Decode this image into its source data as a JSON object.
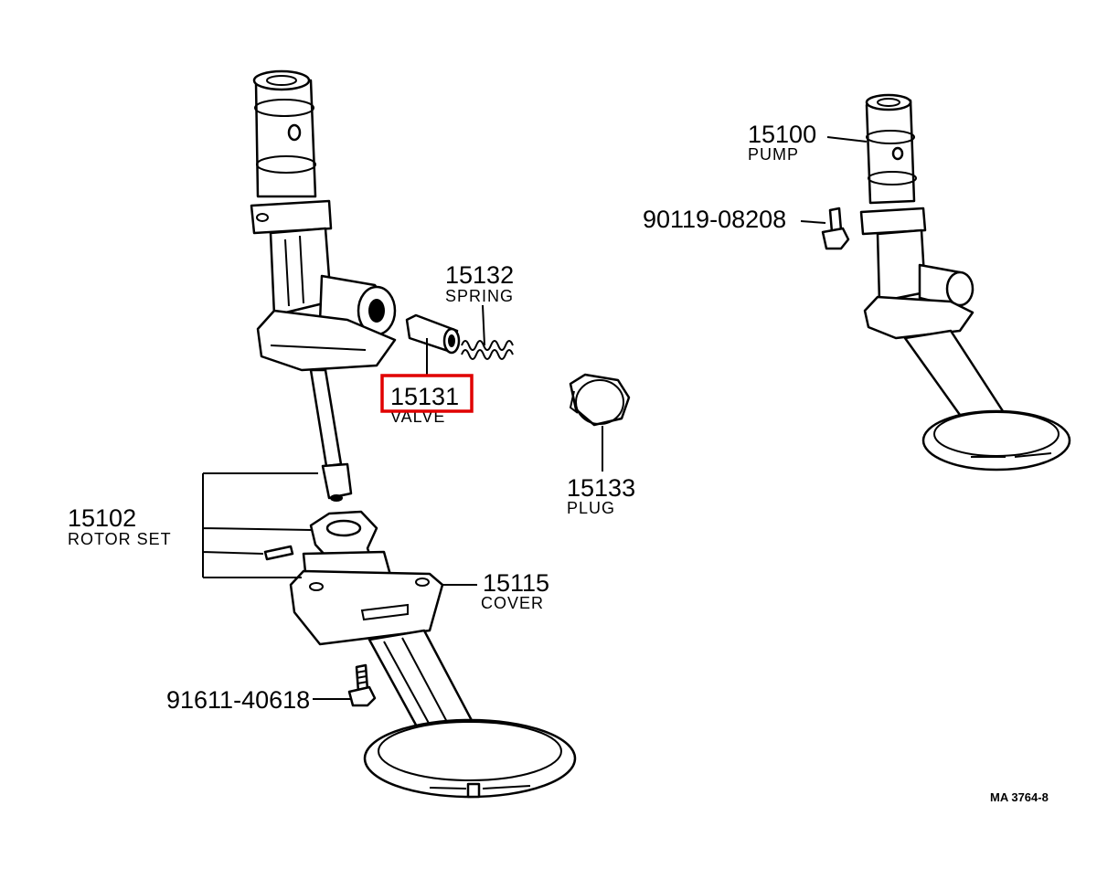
{
  "parts": {
    "pump": {
      "number": "15100",
      "name": "PUMP"
    },
    "bolt_upper": {
      "number": "90119-08208"
    },
    "spring": {
      "number": "15132",
      "name": "SPRING"
    },
    "valve": {
      "number": "15131",
      "name": "VALVE",
      "highlighted": true
    },
    "plug": {
      "number": "15133",
      "name": "PLUG"
    },
    "rotor_set": {
      "number": "15102",
      "name": "ROTOR SET"
    },
    "cover": {
      "number": "15115",
      "name": "COVER"
    },
    "bolt_lower": {
      "number": "91611-40618"
    }
  },
  "figure_ref": "MA 3764-8",
  "colors": {
    "highlight": "#e00000",
    "ink": "#000000",
    "background": "#ffffff"
  }
}
